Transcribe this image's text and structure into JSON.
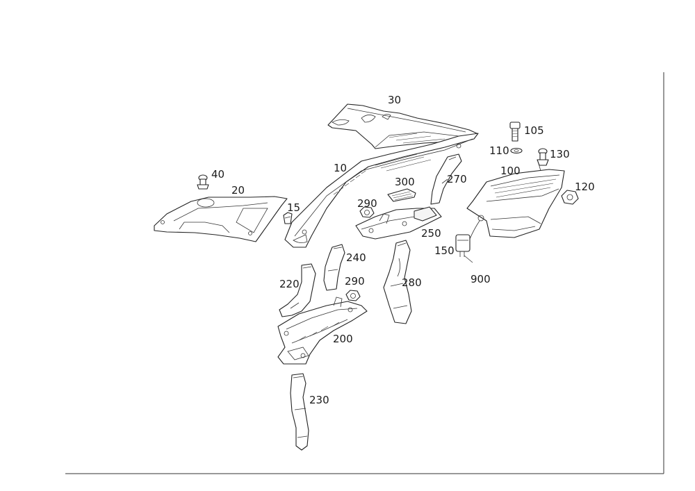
{
  "diagram": {
    "callouts": {
      "p10": "10",
      "p15": "15",
      "p20": "20",
      "p30": "30",
      "p40": "40",
      "p100": "100",
      "p105": "105",
      "p110": "110",
      "p120": "120",
      "p130": "130",
      "p150": "150",
      "p200": "200",
      "p220": "220",
      "p230": "230",
      "p240": "240",
      "p250": "250",
      "p270": "270",
      "p280": "280",
      "p290a": "290",
      "p290b": "290",
      "p300": "300",
      "p900": "900"
    }
  }
}
